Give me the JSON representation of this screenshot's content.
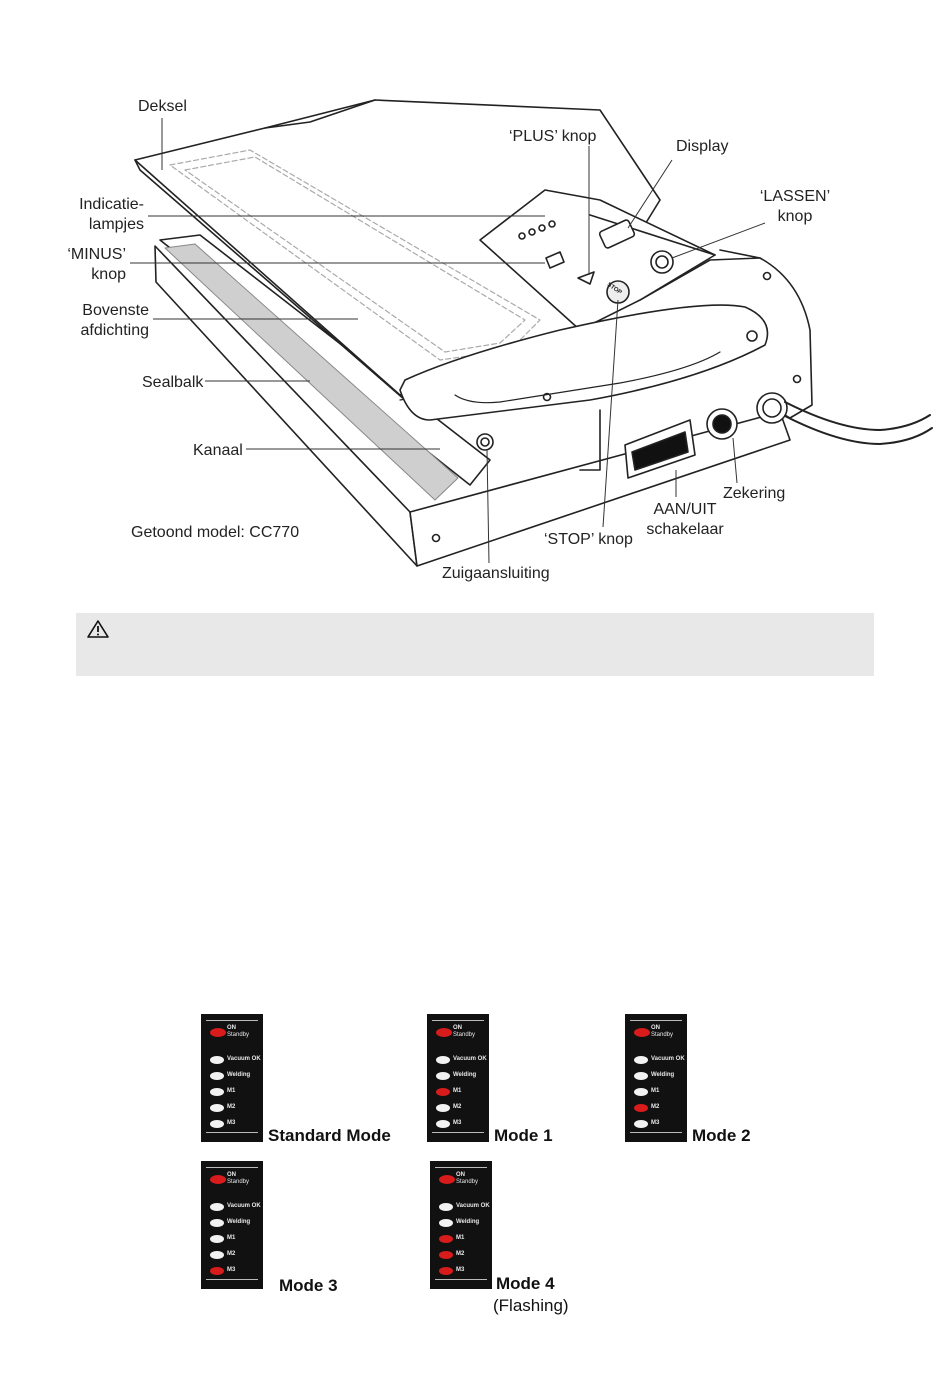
{
  "diagram": {
    "labels": {
      "deksel": "Deksel",
      "plus_knop": "‘PLUS’ knop",
      "display": "Display",
      "lassen_knop_1": "‘LASSEN’",
      "lassen_knop_2": "knop",
      "indicatie_1": "Indicatie-",
      "indicatie_2": "lampjes",
      "minus_1": "‘MINUS’",
      "minus_2": "knop",
      "bovenste_1": "Bovenste",
      "bovenste_2": "afdichting",
      "sealbalk": "Sealbalk",
      "kanaal": "Kanaal",
      "zekering": "Zekering",
      "aanuit_1": "AAN/UIT",
      "aanuit_2": "schakelaar",
      "stop_knop": "‘STOP’ knop",
      "zuigaansluiting": "Zuigaansluiting",
      "model": "Getoond model: CC770"
    },
    "device_text": {
      "stop": "STOP"
    }
  },
  "warning": {
    "icon": "warning-triangle-icon"
  },
  "panel_text": {
    "on": "ON",
    "standby": "Standby",
    "vacuum_ok": "Vacuum OK",
    "welding": "Welding",
    "m1": "M1",
    "m2": "M2",
    "m3": "M3"
  },
  "modes": [
    {
      "caption": "Standard Mode",
      "lit": []
    },
    {
      "caption": "Mode 1",
      "lit": [
        "M1"
      ]
    },
    {
      "caption": "Mode 2",
      "lit": [
        "M2"
      ]
    },
    {
      "caption": "Mode 3",
      "lit": [
        "M3"
      ]
    },
    {
      "caption": "Mode 4",
      "sub": "(Flashing)",
      "lit": [
        "M1",
        "M2",
        "M3"
      ]
    }
  ],
  "colors": {
    "led_on": "#d81b1b",
    "led_off": "#f2f2f2",
    "panel_bg": "#111111",
    "warning_bg": "#e8e8e8"
  }
}
